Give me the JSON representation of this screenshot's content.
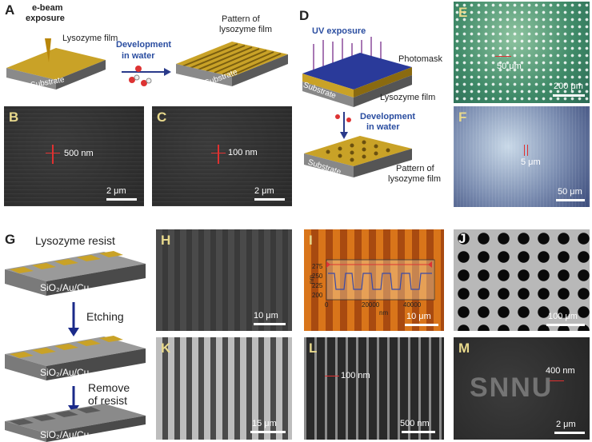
{
  "panels": {
    "A": {
      "label": "A",
      "ebeam": "e-beam",
      "exposure": "exposure",
      "film": "Lysozyme film",
      "development": "Development",
      "inwater": "in water",
      "pattern": "Pattern of",
      "lysofilm": "lysozyme film",
      "substrate1": "Substrate",
      "substrate2": "Substrate"
    },
    "B": {
      "label": "B",
      "measure": "500 nm",
      "scalebar": "2 μm"
    },
    "C": {
      "label": "C",
      "measure": "100 nm",
      "scalebar": "2 μm"
    },
    "D": {
      "label": "D",
      "uv": "UV exposure",
      "photomask": "Photomask",
      "film": "Lysozyme film",
      "development": "Development",
      "inwater": "in water",
      "pattern": "Pattern of",
      "lysofilm": "lysozyme film",
      "substrate1": "Substrate",
      "substrate2": "Substrate"
    },
    "E": {
      "label": "E",
      "measure": "50 μm",
      "scalebar": "200 μm"
    },
    "F": {
      "label": "F",
      "measure": "5 μm",
      "scalebar": "50 μm"
    },
    "G": {
      "label": "G",
      "resist": "Lysozyme resist",
      "stack1": "SiO₂/Au/Cu",
      "etching": "Etching",
      "stack2": "SiO₂/Au/Cu",
      "remove1": "Remove",
      "remove2": "of resist",
      "stack3": "SiO₂/Au/Cu"
    },
    "H": {
      "label": "H",
      "scalebar": "10 μm"
    },
    "I": {
      "label": "I",
      "scalebar": "10 μm",
      "yaxis": "nm",
      "xaxis": "nm",
      "yticks": [
        "275",
        "250",
        "225",
        "200"
      ],
      "xticks": [
        "0",
        "20000",
        "40000"
      ]
    },
    "J": {
      "label": "J",
      "scalebar": "100 μm"
    },
    "K": {
      "label": "K",
      "scalebar": "15 μm"
    },
    "L": {
      "label": "L",
      "measure": "100 nm",
      "scalebar": "500 nm"
    },
    "M": {
      "label": "M",
      "logo": "SNNU",
      "measure": "400 nm",
      "scalebar": "2 μm"
    }
  },
  "colors": {
    "gold": "#c9a227",
    "blue_text": "#2a4da0",
    "label_light": "#e8d98c",
    "measure_red": "#e03030"
  }
}
